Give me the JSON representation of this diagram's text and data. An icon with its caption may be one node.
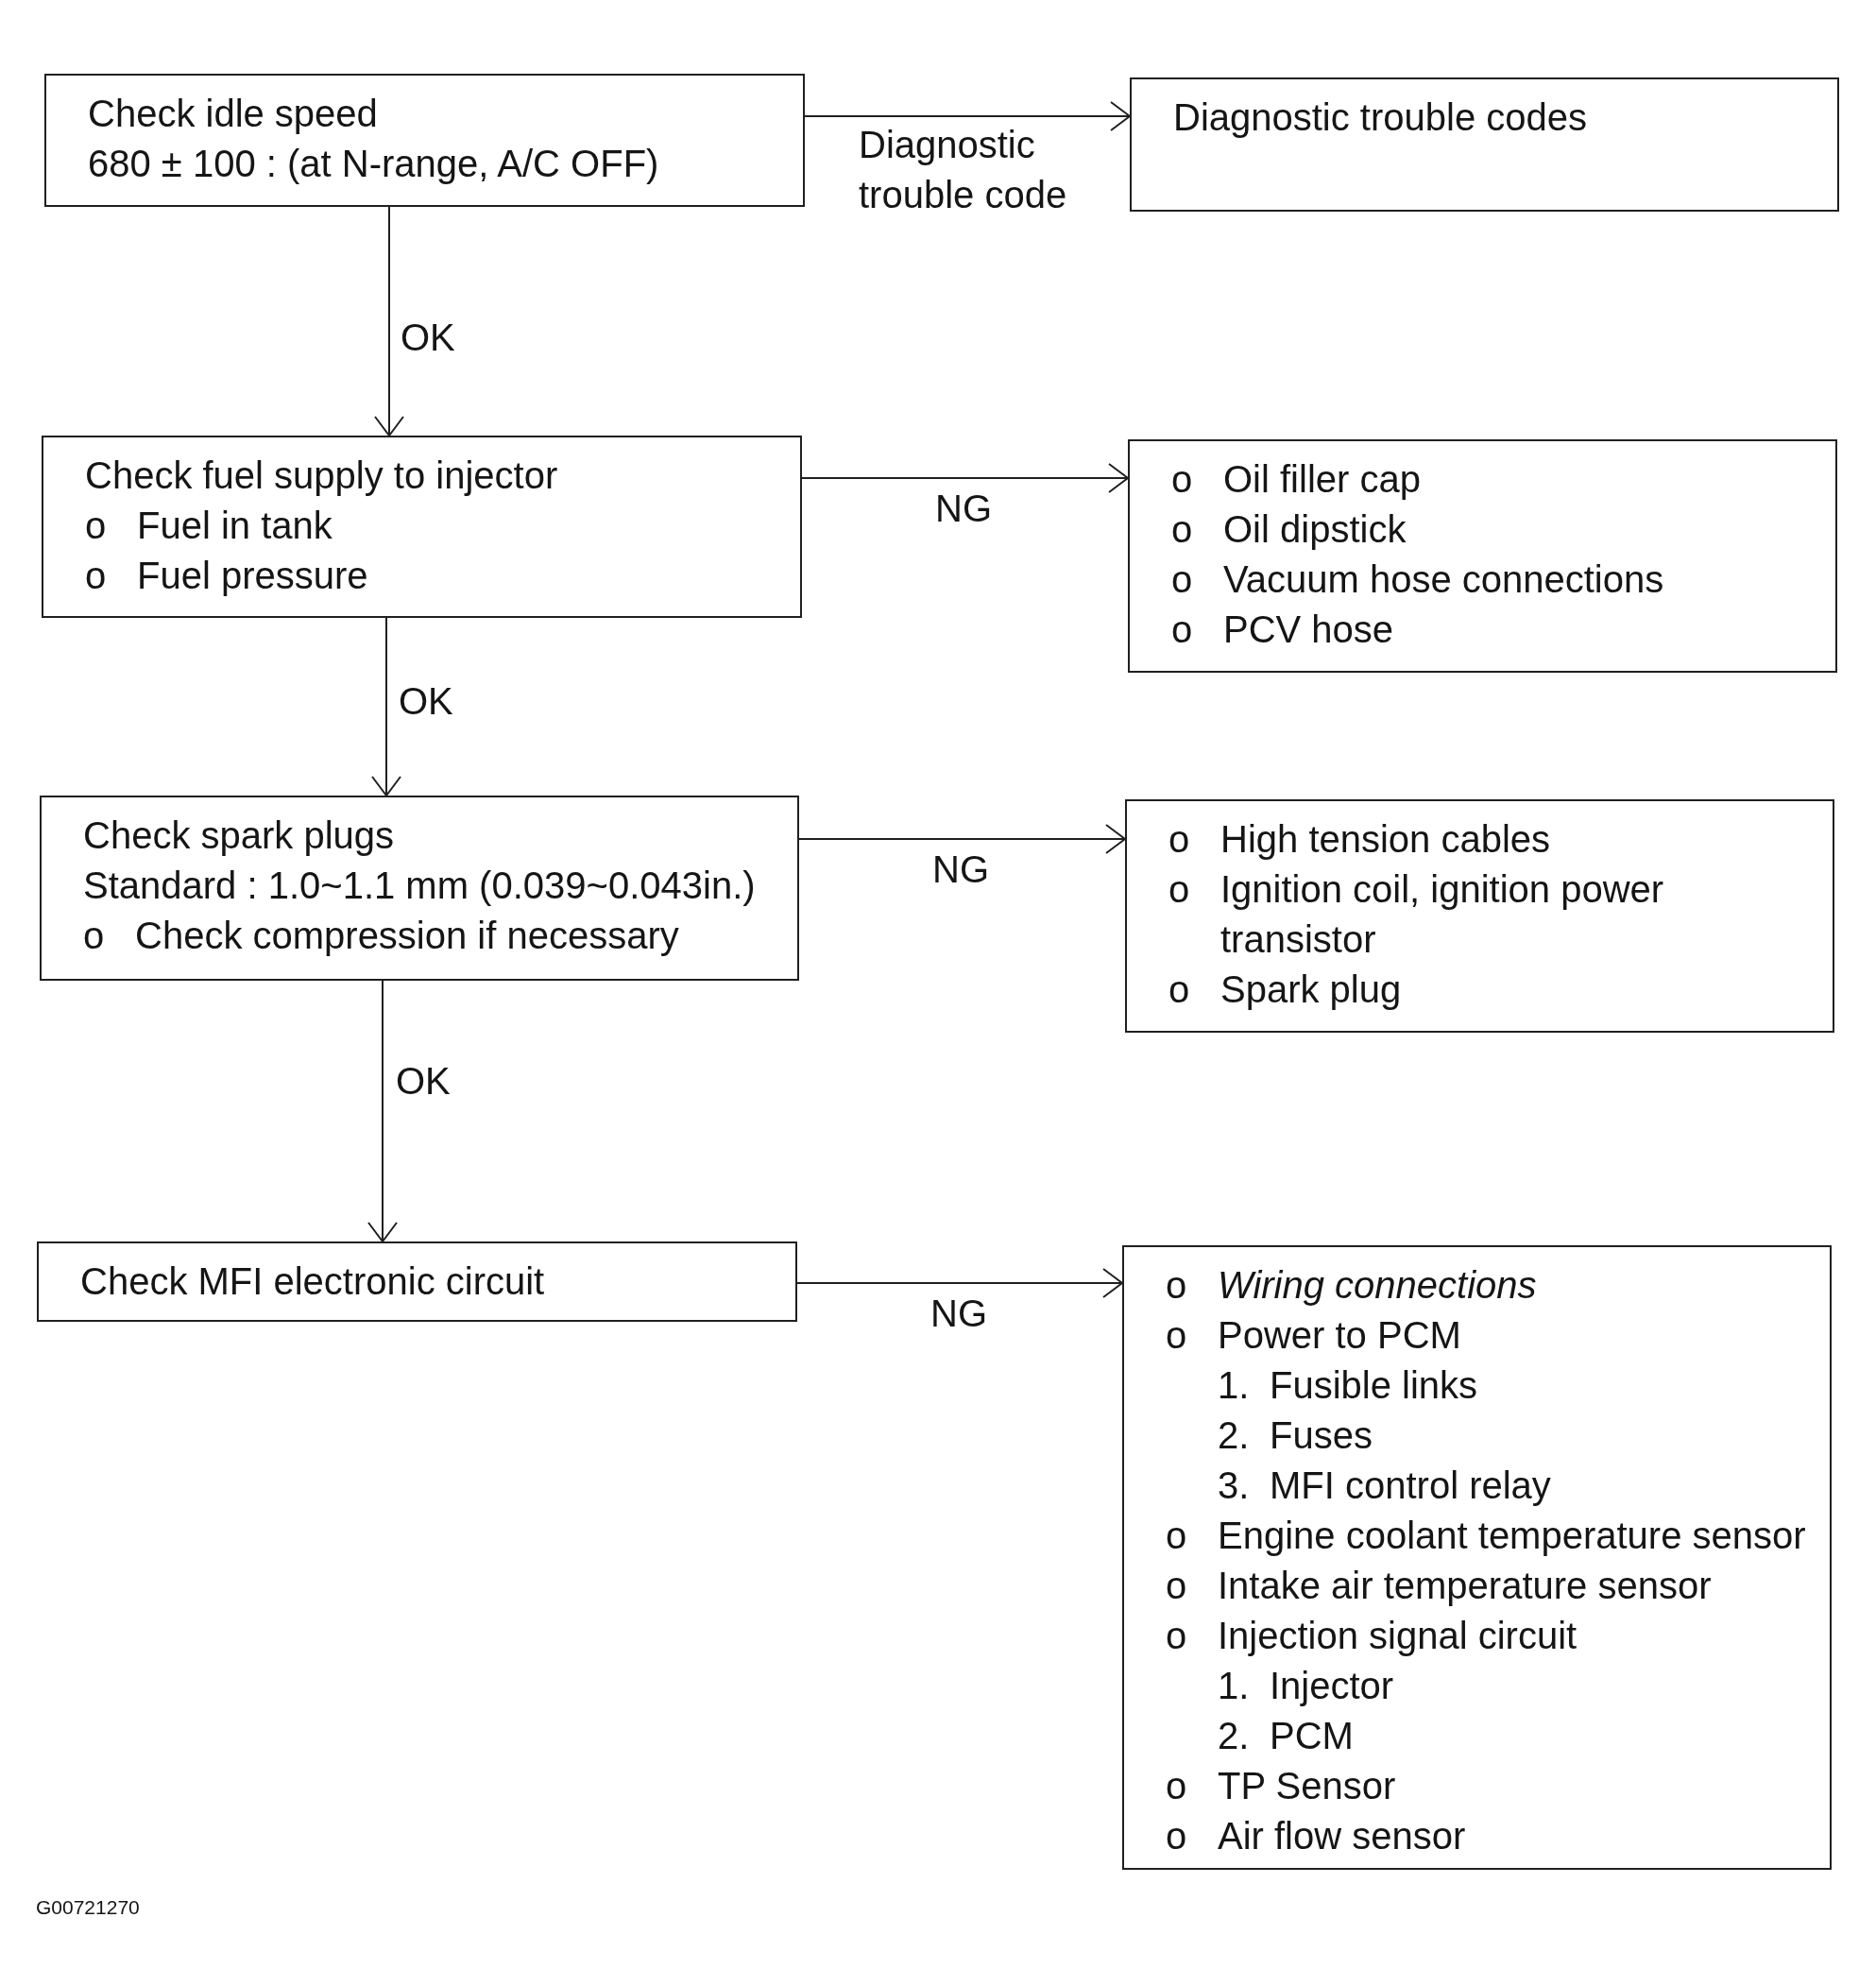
{
  "diagram": {
    "nodes": [
      {
        "text": [
          "Check idle speed",
          "680 ± 100 : (at N-range, A/C OFF)"
        ]
      },
      {
        "text": [
          "Diagnostic trouble codes"
        ]
      },
      {
        "text": [
          "Check fuel supply to injector",
          "o Fuel in tank",
          "o Fuel pressure"
        ]
      },
      {
        "text": [
          "o Oil filler cap",
          "o Oil dipstick",
          "o Vacuum hose connections",
          "o PCV hose"
        ]
      },
      {
        "text": [
          "Check spark plugs",
          "Standard : 1.0~1.1 mm (0.039~0.043in.)",
          "o Check compression if necessary"
        ]
      },
      {
        "text": [
          "o High tension cables",
          "o Ignition coil, ignition power transistor",
          "o Spark plug"
        ]
      },
      {
        "text": [
          "Check MFI electronic circuit"
        ]
      },
      {
        "text": [
          "o *Wiring connections*",
          "o Power to PCM",
          "1. Fusible links",
          "2. Fuses",
          "3. MFI control relay",
          "o Engine coolant temperature sensor",
          "o Intake air temperature sensor",
          "o Injection signal circuit",
          "1. Injector",
          "2. PCM",
          "o TP Sensor",
          "o Air flow sensor"
        ]
      }
    ],
    "edges": [
      {
        "from": 0,
        "to": 1,
        "arrow": "to",
        "label": "Diagnostic trouble code"
      },
      {
        "from": 0,
        "to": 2,
        "arrow": "to",
        "label": "OK"
      },
      {
        "from": 2,
        "to": 3,
        "arrow": "to",
        "label": "NG"
      },
      {
        "from": 2,
        "to": 4,
        "arrow": "to",
        "label": "OK"
      },
      {
        "from": 4,
        "to": 5,
        "arrow": "to",
        "label": "NG"
      },
      {
        "from": 4,
        "to": 6,
        "arrow": "to",
        "label": "OK"
      },
      {
        "from": 6,
        "to": 7,
        "arrow": "to",
        "label": "NG"
      }
    ],
    "labels": [
      "G00721270"
    ]
  }
}
